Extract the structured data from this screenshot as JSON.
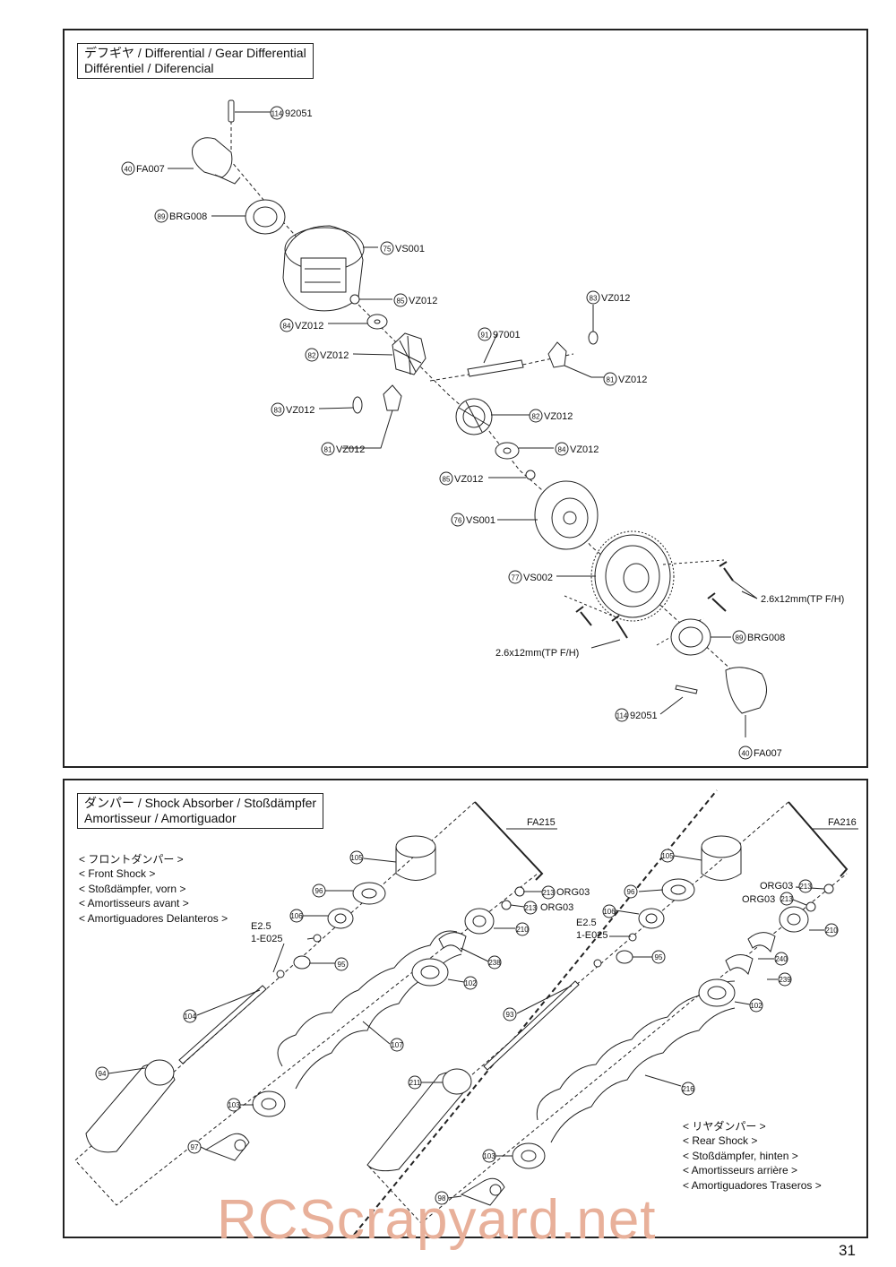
{
  "differential": {
    "title_line1": "デフギヤ / Differential / Gear Differential",
    "title_line2": "Différentiel / Diferencial",
    "parts": [
      {
        "no": "114",
        "code": "92051"
      },
      {
        "no": "40",
        "code": "FA007"
      },
      {
        "no": "89",
        "code": "BRG008"
      },
      {
        "no": "75",
        "code": "VS001"
      },
      {
        "no": "85",
        "code": "VZ012"
      },
      {
        "no": "84",
        "code": "VZ012"
      },
      {
        "no": "83",
        "code": "VZ012"
      },
      {
        "no": "91",
        "code": "97001"
      },
      {
        "no": "82",
        "code": "VZ012"
      },
      {
        "no": "81",
        "code": "VZ012"
      },
      {
        "no": "83",
        "code": "VZ012"
      },
      {
        "no": "81",
        "code": "VZ012"
      },
      {
        "no": "82",
        "code": "VZ012"
      },
      {
        "no": "84",
        "code": "VZ012"
      },
      {
        "no": "85",
        "code": "VZ012"
      },
      {
        "no": "76",
        "code": "VS001"
      },
      {
        "no": "77",
        "code": "VS002"
      },
      {
        "no": "89",
        "code": "BRG008"
      },
      {
        "no": "114",
        "code": "92051"
      },
      {
        "no": "40",
        "code": "FA007"
      }
    ],
    "screw_label": "2.6x12mm(TP F/H)"
  },
  "shock": {
    "title_line1": "ダンパー / Shock Absorber / Stoßdämpfer",
    "title_line2": "Amortisseur / Amortiguador",
    "front_title_lines": [
      "< フロントダンパー >",
      "< Front Shock >",
      "< Stoßdämpfer, vorn >",
      "< Amortisseurs avant >",
      "< Amortiguadores Delanteros >"
    ],
    "rear_title_lines": [
      "< リヤダンパー >",
      "< Rear Shock >",
      "< Stoßdämpfer, hinten >",
      "< Amortisseurs arrière >",
      "< Amortiguadores Traseros >"
    ],
    "front_set": "FA215",
    "rear_set": "FA216",
    "org": "ORG03",
    "e_ring_size": "E2.5",
    "e_ring_code": "1-E025",
    "front_parts": [
      "105",
      "96",
      "106",
      "95",
      "104",
      "94",
      "103",
      "97",
      "213",
      "213",
      "210",
      "238",
      "102",
      "107"
    ],
    "rear_parts": [
      "105",
      "96",
      "106",
      "95",
      "93",
      "211",
      "103",
      "98",
      "213",
      "213",
      "210",
      "240",
      "239",
      "102",
      "216"
    ]
  },
  "watermark": "RCScrapyard.net",
  "page_number": "31"
}
